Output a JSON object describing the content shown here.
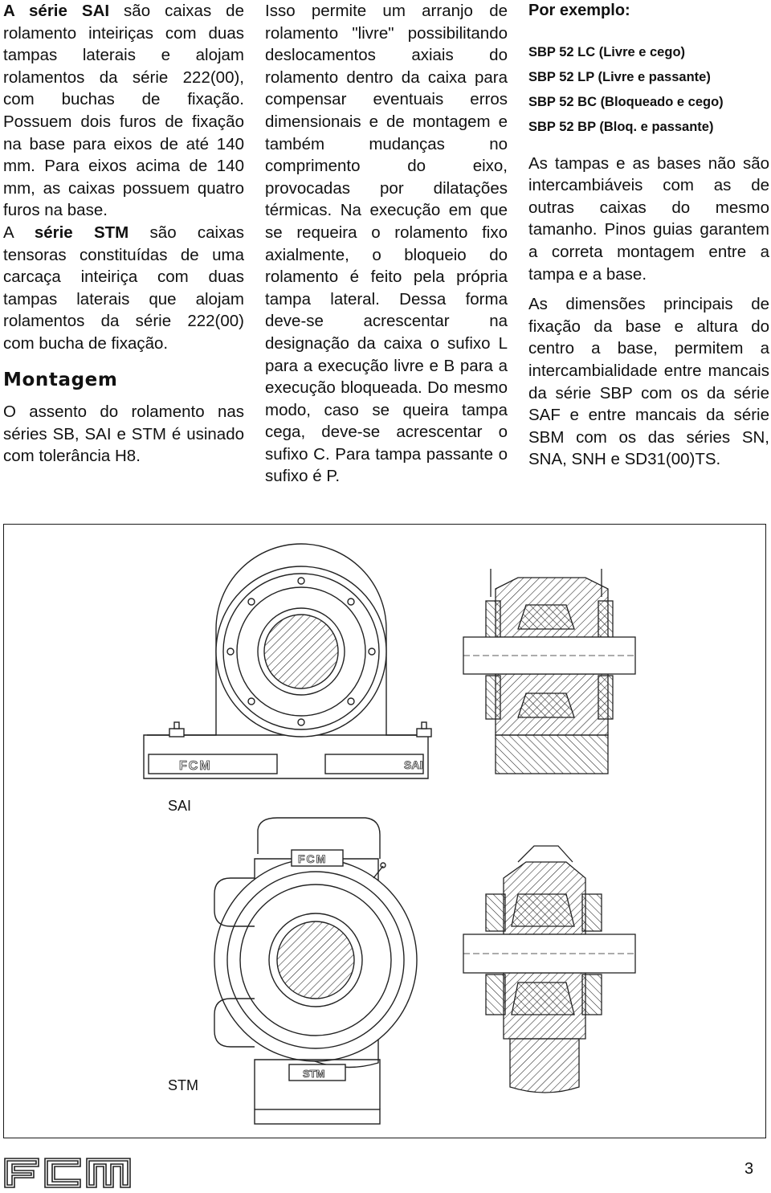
{
  "col1": {
    "p1_b1": "A ",
    "p1_b2": "série SAI",
    "p1_rest": " são caixas de rolamento inteiriças com duas tampas laterais e alojam rolamentos da série 222(00), com buchas de fixação. Possuem dois furos de fixação na base para eixos de até 140 mm. Para eixos acima de 140 mm, as caixas possuem quatro furos na base.",
    "p2_a": "A ",
    "p2_b": "série STM",
    "p2_rest": " são caixas tensoras constituídas de uma carcaça inteiriça com duas tampas laterais que alojam rolamentos da série 222(00) com bucha de fixação.",
    "heading": "Montagem",
    "p3": "O assento do rolamento nas séries SB, SAI e STM é usinado com tolerância H8."
  },
  "col2": {
    "p1": "Isso permite um arranjo de rolamento \"livre\" possibilitando deslocamentos axiais do rolamento dentro da caixa para compensar eventuais erros dimensionais e de montagem e também mudanças no comprimento do eixo, provocadas por dilatações térmicas. Na execução em que se requeira o rolamento fixo axialmente, o bloqueio do rolamento é feito pela própria tampa lateral. Dessa forma deve-se acrescentar na designação da caixa o sufixo L para a execução livre e B para a execução bloqueada. Do mesmo modo, caso se queira tampa cega, deve-se acrescentar o sufixo C. Para tampa passante o sufixo é P."
  },
  "col3": {
    "title": "Por exemplo:",
    "examples": [
      "SBP 52 LC (Livre e cego)",
      "SBP 52 LP (Livre e passante)",
      "SBP 52 BC (Bloqueado e cego)",
      "SBP 52 BP (Bloq. e passante)"
    ],
    "p1": "As tampas e as bases não são intercambiáveis com as de outras caixas do mesmo tamanho. Pinos guias garantem a correta montagem entre a tampa e a base.",
    "p2": "As dimensões principais de fixação da base e altura do centro a base, permitem a intercambialidade entre mancais da série SBP com os da série SAF e entre mancais da série SBM com os das séries SN, SNA, SNH e SD31(00)TS."
  },
  "figure": {
    "caption_sai": "SAI",
    "caption_stm": "STM",
    "logo_text": "FCM",
    "sai_mark": "SAI",
    "stm_mark": "STM"
  },
  "page_number": "3"
}
